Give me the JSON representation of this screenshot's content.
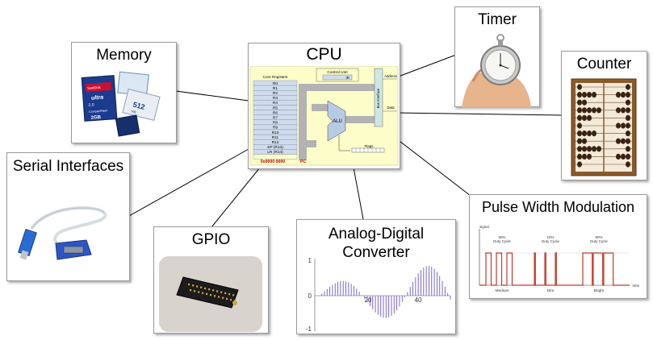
{
  "cpu": {
    "title": "CPU",
    "core_registers_label": "Core Registers",
    "registers": [
      "R0",
      "R1",
      "R2",
      "R3",
      "R4",
      "R5",
      "R6",
      "R7",
      "R8",
      "R9",
      "R10",
      "R11",
      "R12",
      "SP (R13)",
      "LR (R14)"
    ],
    "pc_value": "0x0000 0000",
    "pc_label": "PC",
    "control_unit_label": "Control Unit",
    "ir_label": "IR",
    "alu_label": "ALU",
    "flags_label": "Flags",
    "bus_interface_label": "Bus Interface",
    "address_label": "Address",
    "data_label": "Data"
  },
  "memory": {
    "title": "Memory",
    "card_labels": [
      "SanDisk",
      "ultra",
      "2.0",
      "CompactFlash",
      "2GB",
      "512",
      "MB"
    ]
  },
  "timer": {
    "title": "Timer"
  },
  "counter": {
    "title": "Counter"
  },
  "serial": {
    "title": "Serial Interfaces"
  },
  "gpio": {
    "title": "GPIO"
  },
  "adc": {
    "title_line1": "Analog-Digital",
    "title_line2": "Converter",
    "y_ticks": [
      "1",
      "0",
      "-1"
    ],
    "x_ticks": [
      "20",
      "40"
    ]
  },
  "pwm": {
    "title": "Pulse Width Modulation",
    "signal_label": "signal",
    "time_label": "time",
    "duty_labels": [
      {
        "pct": "50%",
        "label": "Duty Cycle",
        "bottom": "Medium"
      },
      {
        "pct": "10%",
        "label": "Duty Cycle",
        "bottom": "Dim"
      },
      {
        "pct": "90%",
        "label": "Duty Cycle",
        "bottom": "Bright"
      }
    ]
  },
  "colors": {
    "cpu_fill": "#fdfdc9",
    "register_fill": "#cfdcec",
    "alu_fill": "#b7cbe4",
    "bus_gray": "#b3b3b3",
    "pc_red": "#c00000",
    "adc_stem": "#6a5acd",
    "pwm_red": "#c0392b"
  }
}
